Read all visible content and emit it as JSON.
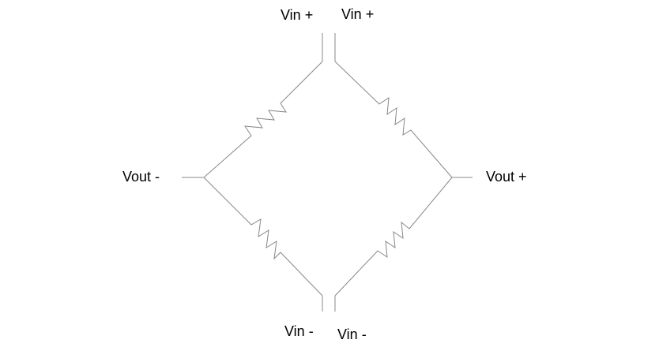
{
  "labels": {
    "vin_plus_left": "Vin +",
    "vin_plus_right": "Vin +",
    "vout_minus": "Vout -",
    "vout_plus": "Vout +",
    "vin_minus_left": "Vin -",
    "vin_minus_right": "Vin -"
  },
  "colors": {
    "wire": "#888888",
    "text": "#000000",
    "background": "#ffffff"
  }
}
